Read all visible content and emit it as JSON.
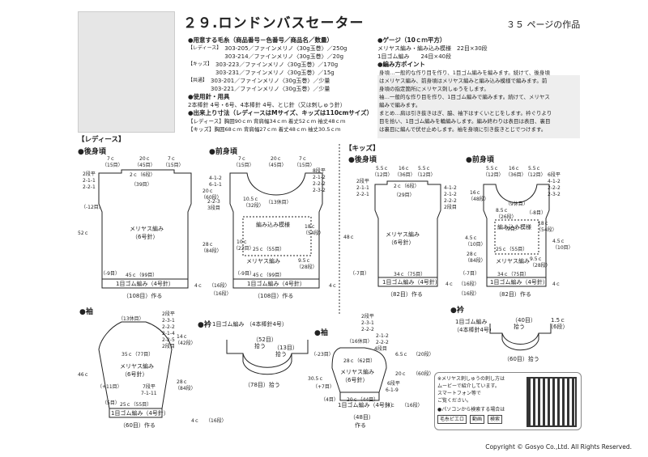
{
  "header": {
    "title": "２９.ロンドンバスセーター",
    "page_ref": "３５ ページの作品"
  },
  "materials": {
    "yarn_heading": "●用意する毛糸（商品番号－色番号／商品名／数量）",
    "ladies_tag": "【レディース】",
    "ladies": [
      "303-205／ファインメリノ〈30g玉巻〉／250g",
      "303-214／ファインメリノ〈30g玉巻〉／20g"
    ],
    "kids_tag": "【キッズ】",
    "kids": [
      "303-223／ファインメリノ〈30g玉巻〉／170g",
      "303-231／ファインメリノ〈30g玉巻〉／15g"
    ],
    "common_tag": "【共通】",
    "common": [
      "303-201／ファインメリノ〈30g玉巻〉／少量",
      "303-221／ファインメリノ〈30g玉巻〉／少量"
    ],
    "needles_heading": "●使用針・用具",
    "needles": "2本棒針 4号・6号、4本棒針 4号、とじ針（又は刺しゅう針）",
    "size_heading": "●出来上り寸法（レディースはMサイズ、キッズは110cmサイズ）",
    "size_ladies": "【レディース】胸囲90ｃｍ 背肩幅34ｃｍ 着丈52ｃｍ 袖丈48ｃｍ",
    "size_kids": "【キッズ】胸囲68ｃｍ 背肩幅27ｃｍ 着丈48ｃｍ 袖丈30.5ｃｍ"
  },
  "gauge": {
    "heading": "●ゲージ（10ｃｍ平方）",
    "line1": "メリヤス編み・編み込み模様　22目×30段",
    "line2": "1目ゴム編み　　24目×40段"
  },
  "points": {
    "heading": "●編み方ポイント",
    "text": [
      "身頃…一般的な作り目を作り、1目ゴム編みを編みます。続けて、後身頃",
      "はメリヤス編み、前身頃はメリヤス編みと編み込み模様で編みます。前",
      "身頃の指定箇所にメリヤス刺しゅうをします。",
      "袖…一般的な作り目を作り、1目ゴム編みで編みます。続けて、メリヤス",
      "編みで編みます。",
      "まとめ…肩は引き抜きはぎ、脇、袖下はすくいとじをします。衿ぐりより",
      "目を拾い、1目ゴム編みを輪編みします。編み終わりは表目は表目、裏目",
      "は裏目に編んで伏せ止めします。袖を身頃に引き抜きとじでつけます。"
    ]
  },
  "diagrams": {
    "ladies_label": "【レディース】",
    "kids_label": "【キッズ】",
    "ladies_back": "●後身頃",
    "ladies_front": "●前身頃",
    "ladies_sleeve": "●袖",
    "ladies_collar": "●衿",
    "kids_back": "●後身頃",
    "kids_front": "●前身頃",
    "kids_sleeve": "●袖",
    "kids_collar": "●衿",
    "body_stitch": "メリヤス編み",
    "needle6": "（6号針）",
    "ribbing": "1目ゴム編み（4号針）",
    "jacquard": "編み込み模様",
    "collar_rib": "1目ゴム編み",
    "collar_needle": "（4本棒針4号）",
    "ladies_back_bottom": "（108目）作る",
    "ladies_front_bottom": "（108目）作る",
    "kids_back_bottom": "（82目）作る",
    "kids_front_bottom": "（82目）作る",
    "ladies_sleeve_bottom": "（60目）作る",
    "kids_sleeve_bottom": "（48目）",
    "kids_sleeve_bottom2": "作る",
    "lb": {
      "t1": "7ｃ",
      "t1b": "（15目）",
      "t2": "20ｃ",
      "t2b": "（45目）",
      "t3": "7ｃ",
      "t3b": "（15目）",
      "neck": "2ｃ（6段）",
      "neck2": "（39目）",
      "side": "52ｃ",
      "side2": "（-12目）",
      "rib": "4ｃ",
      "rib2": "（16段）",
      "w": "45ｃ（99目）",
      "m9": "（-9目）",
      "d1": "2段平",
      "d2": "2-1-1",
      "d3": "2-2-1"
    },
    "lf": {
      "t1": "7ｃ",
      "t1b": "（15目）",
      "t2": "20ｃ",
      "t2b": "（45目）",
      "t3": "7ｃ",
      "t3b": "（15目）",
      "c1": "10.5ｃ",
      "c2": "（32段）",
      "c3": "（13休目）",
      "c4": "20ｃ",
      "c5": "（60段）",
      "j1": "18ｃ",
      "j2": "（54段）",
      "j3": "28ｃ",
      "j4": "（84段）",
      "k1": "10ｃ",
      "k2": "（22目）",
      "k3": "25ｃ（55目）",
      "k4": "9.5ｃ",
      "k5": "（28段）",
      "k6": "45ｃ（99目）",
      "r1": "8段平",
      "r2": "2-1-2",
      "r3": "2-2-2",
      "r4": "2-3-2",
      "s1": "6-1-1",
      "s2": "4-1-2",
      "s3": "2-2-3",
      "s4": "3段目",
      "m9": "（-9目）",
      "rib": "4ｃ",
      "rib2": "（16段）"
    },
    "kb": {
      "t1": "5.5ｃ",
      "t1b": "（12目）",
      "t2": "16ｃ",
      "t2b": "（36目）",
      "t3": "5.5ｃ",
      "t3b": "（12目）",
      "neck": "2ｃ（6段）",
      "neck2": "（29目）",
      "side": "48ｃ",
      "m7": "（-7目）",
      "w": "34ｃ（75目）",
      "d1": "2段平",
      "d2": "2-1-1",
      "d3": "2-2-1",
      "e1": "4-1-2",
      "e2": "2-1-2",
      "e3": "2-2-2",
      "e4": "2段目",
      "rib": "4ｃ",
      "rib2": "（16段）"
    },
    "kf": {
      "t1": "5.5ｃ",
      "t1b": "（12目）",
      "t2": "16ｃ",
      "t2b": "（36目）",
      "t3": "5.5ｃ",
      "t3b": "（12目）",
      "c1": "8.5ｃ",
      "c2": "（26段）",
      "c3": "（9休目）",
      "c4": "16ｃ",
      "c5": "（48段）",
      "j1": "18ｃ",
      "j2": "（54段）",
      "j3": "25ｃ（55目）",
      "k1": "4.5ｃ",
      "k2": "（10目）",
      "k3": "28ｃ",
      "k4": "（84段）",
      "k5": "34ｃ（75目）",
      "k6": "9.5ｃ",
      "k7": "（28段）",
      "r1": "6段平",
      "r2": "4-1-2",
      "r3": "2-2-2",
      "r4": "2-3-2",
      "m7": "（-7目）",
      "rib": "4ｃ",
      "rib2": "（16段）",
      "m8": "（-8目）",
      "neck_side": "（9目）"
    },
    "ls": {
      "top": "（13休目）",
      "top2": "2段平",
      "t3": "2-3-1",
      "t4": "2-2-2",
      "t5": "2-1-4",
      "t6": "2-2-5",
      "t7": "2段目",
      "c1": "35ｃ（77目）",
      "h1": "46ｃ",
      "h2": "14ｃ",
      "h3": "（42段）",
      "h4": "28ｃ",
      "h5": "（84段）",
      "m11": "（+11目）",
      "i1": "7段平",
      "i2": "7-1-11",
      "b1": "（5目）",
      "b2": "25ｃ（55目）",
      "rib": "4ｃ",
      "rib2": "（16段）"
    },
    "lc": {
      "t1": "（52目）",
      "t2": "拾う",
      "m1": "（13目）",
      "m2": "拾う",
      "b1": "（78目）拾う"
    },
    "ks": {
      "top": "（16休目）",
      "t1": "2段平",
      "t2": "2-3-1",
      "t3": "2-2-2",
      "t4": "2-1-2",
      "t5": "2-2-2",
      "t6": "4段目",
      "w1": "28ｃ（62目）",
      "h1": "30.5ｃ",
      "h2": "6.5ｃ",
      "h3": "（20段）",
      "h4": "20ｃ",
      "h5": "（60段）",
      "m23": "（-23目）",
      "p7": "（+7目）",
      "i1": "6段平",
      "i2": "6-1-9",
      "b1": "（4目）",
      "b2": "20ｃ（44目）",
      "rib": "4ｃ",
      "rib2": "（16段）"
    },
    "kc": {
      "top": "（40目）",
      "top2": "拾う",
      "side": "1.5ｃ",
      "side2": "（6段）",
      "b1": "（60目）拾う",
      "rib": "1目ゴム編み",
      "rib2": "（4本棒針4号）"
    }
  },
  "qr": {
    "line1": "※メリヤス刺しゅうの刺し方は",
    "line2": "ムービーで紹介しています。",
    "line3": "スマートフォン等で",
    "line4": "ご覧ください。",
    "pc": "●パソコンから検索する場合は",
    "s1": "毛糸ピエロ",
    "s2": "動画",
    "s3": "検索"
  },
  "footer": {
    "copyright": "Copyright © Gosyo Co.,Ltd. All Rights Reserved."
  }
}
